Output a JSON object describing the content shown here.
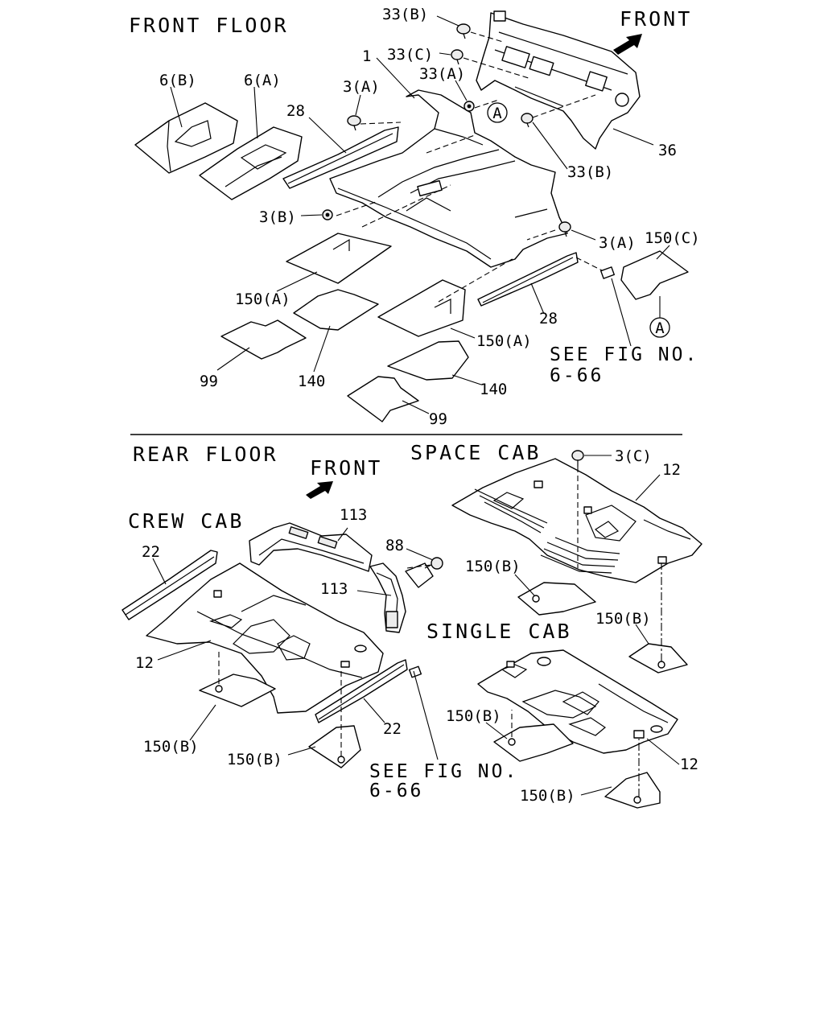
{
  "headings": {
    "front_floor": "FRONT FLOOR",
    "rear_floor": "REAR FLOOR",
    "crew_cab": "CREW CAB",
    "space_cab": "SPACE CAB",
    "single_cab": "SINGLE CAB"
  },
  "front_arrow_label": "FRONT",
  "see_fig": {
    "line1": "SEE FIG NO.",
    "line2": "6-66"
  },
  "ref_circle": "A",
  "callouts": {
    "p33b_top": "33(B)",
    "p33c": "33(C)",
    "p33a": "33(A)",
    "p33b_lower": "33(B)",
    "p36": "36",
    "p1": "1",
    "p6b": "6(B)",
    "p6a": "6(A)",
    "p3a_left": "3(A)",
    "p28_top": "28",
    "p3b": "3(B)",
    "p3a_right": "3(A)",
    "p150c": "150(C)",
    "p150a_left": "150(A)",
    "p150a_right": "150(A)",
    "p28_bottom": "28",
    "p99_left": "99",
    "p140_left": "140",
    "p140_right": "140",
    "p99_right": "99",
    "p22_top": "22",
    "p113_top": "113",
    "p88": "88",
    "p113_lower": "113",
    "p12_crew": "12",
    "p150b_crew_left": "150(B)",
    "p150b_crew_mid": "150(B)",
    "p22_bottom": "22",
    "p3c": "3(C)",
    "p12_space": "12",
    "p150b_space_left": "150(B)",
    "p150b_space_right": "150(B)",
    "p150b_single_left": "150(B)",
    "p12_single": "12",
    "p150b_single_bottom": "150(B)"
  }
}
